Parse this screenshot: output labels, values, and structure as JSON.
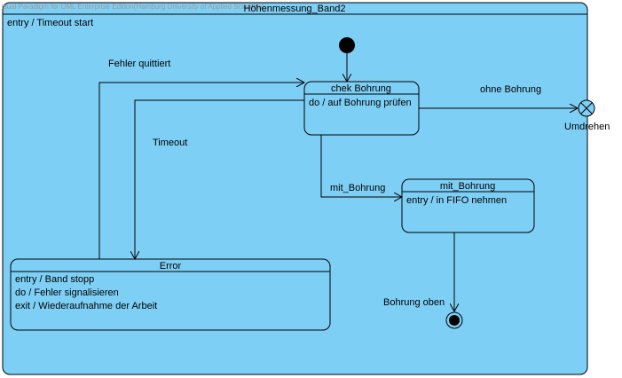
{
  "watermark": "isual Paradigm for UML Enterprise Edition(Hamburg University of Applied Sciences)",
  "composite_state": {
    "name": "Höhenmessung_Band2",
    "internal_activity": "entry / Timeout start"
  },
  "states": {
    "chek_bohrung": {
      "name": "chek Bohrung",
      "activity": "do / auf Bohrung prüfen"
    },
    "mit_bohrung": {
      "name": "mit_Bohrung",
      "activity": "entry / in FIFO nehmen"
    },
    "error": {
      "name": "Error",
      "activities": [
        "entry / Band stopp",
        "do / Fehler signalisieren",
        "exit / Wiederaufnahme der Arbeit"
      ]
    }
  },
  "transitions": {
    "fehler_quittiert": "Fehler quittiert",
    "timeout": "Timeout",
    "ohne_bohrung": "ohne Bohrung",
    "mit_bohrung": "mit_Bohrung",
    "bohrung_oben": "Bohrung oben"
  },
  "pseudostates": {
    "exit_point_label": "Umdrehen"
  },
  "colors": {
    "state_fill": "#7ecff5",
    "stroke": "#000000"
  }
}
